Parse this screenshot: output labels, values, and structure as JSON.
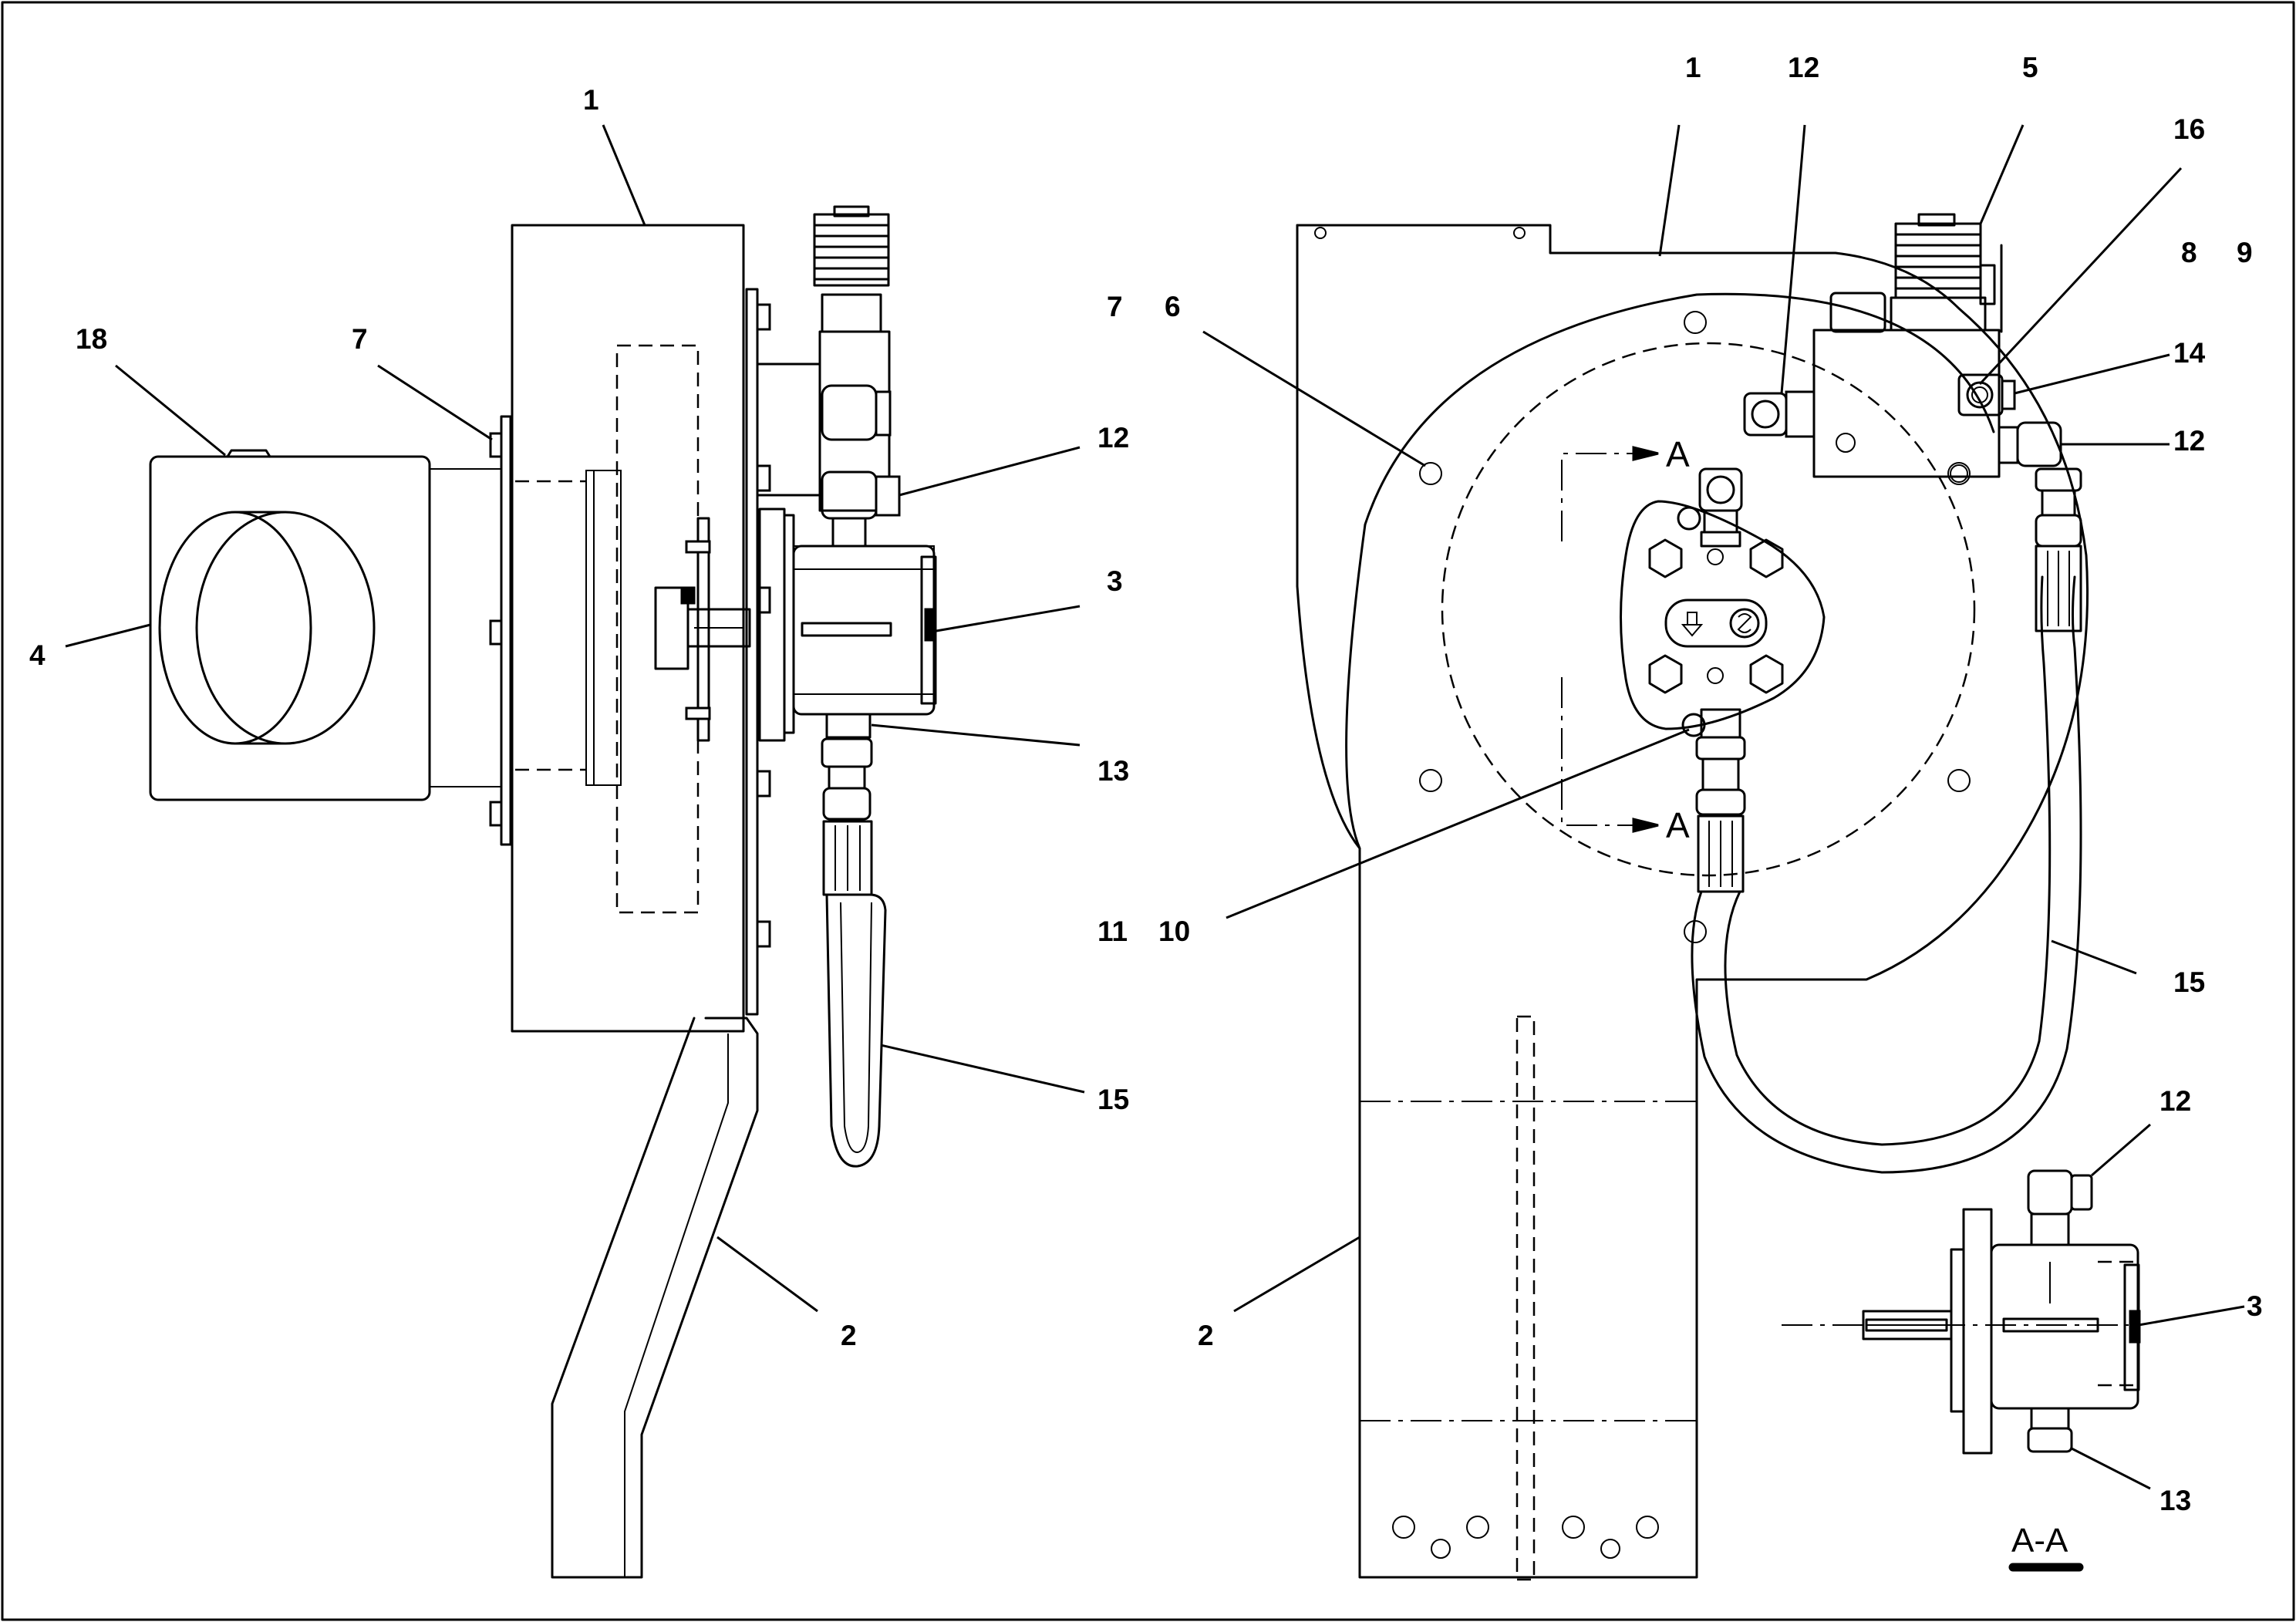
{
  "callouts": {
    "side_view": {
      "c1": "1",
      "c18": "18",
      "c7a": "7",
      "c7b": "7",
      "c4": "4",
      "c12": "12",
      "c3": "3",
      "c13": "13",
      "c11": "11",
      "c15": "15",
      "c2": "2"
    },
    "front_view": {
      "c1": "1",
      "c12a": "12",
      "c5": "5",
      "c16": "16",
      "c8": "8",
      "c9": "9",
      "c14": "14",
      "c12b": "12",
      "c6": "6",
      "c10": "10",
      "c15": "15",
      "c2": "2"
    },
    "section_view": {
      "c12": "12",
      "c3": "3",
      "c13": "13"
    }
  },
  "section_marker": {
    "top": "A",
    "bottom": "A"
  },
  "section_title": "A-A"
}
